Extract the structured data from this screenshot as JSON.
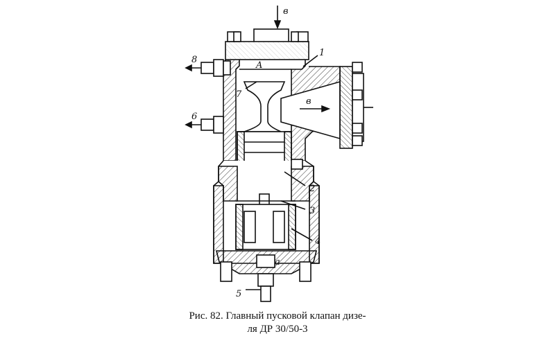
{
  "figure": {
    "labels": {
      "top_arrow": "в",
      "chamber_a": "A",
      "outlet_right": "в",
      "pipe_8": "8",
      "pipe_6": "6",
      "part_1": "1",
      "part_7": "7",
      "part_2": "2",
      "part_3": "3",
      "part_4": "4",
      "part_5": "5",
      "cavity_a": "а"
    },
    "colors": {
      "ink": "#111111",
      "hatch": "#333333",
      "paper": "#ffffff"
    }
  },
  "caption": {
    "line1": "Рис. 82. Главный пусковой клапан дизе-",
    "line2": "ля ДР 30/50-3"
  }
}
